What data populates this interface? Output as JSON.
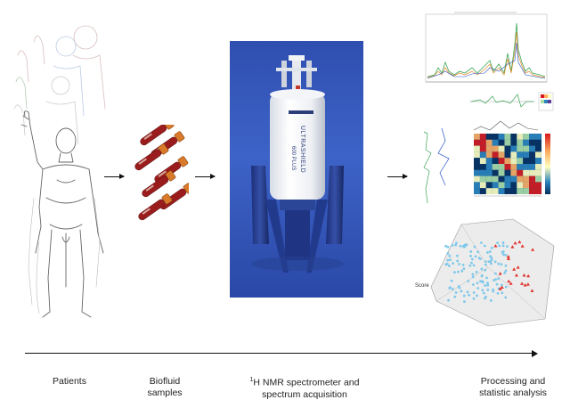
{
  "stages": [
    {
      "id": "patients",
      "label_lines": [
        "Patients"
      ]
    },
    {
      "id": "biofluid",
      "label_lines": [
        "Biofluid",
        "samples"
      ]
    },
    {
      "id": "nmr",
      "label_prefix_sup": "1",
      "label_lines": [
        "H NMR spectrometer and",
        "spectrum acquisition"
      ]
    },
    {
      "id": "analysis",
      "label_lines": [
        "Processing and",
        "statistic analysis"
      ]
    }
  ],
  "magnet": {
    "brand_text": "ULTRASHIELD",
    "model_text": "600 PLUS"
  },
  "scatter_axis_label": "Score",
  "colors": {
    "panel_blue": "#3358b8",
    "tube_red": "#9b1c1c",
    "cap_orange": "#d97a2b",
    "group_a": "#7ec8ea",
    "group_b": "#e0312b"
  }
}
